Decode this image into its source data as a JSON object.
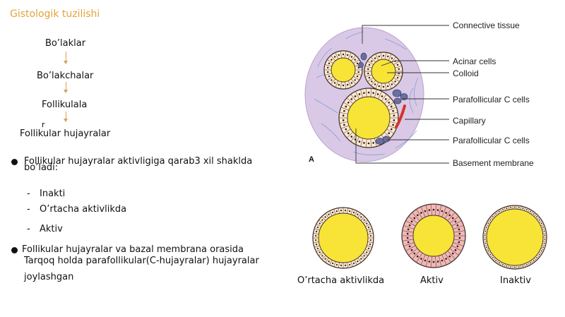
{
  "title": "Gistologik tuzilishi",
  "hierarchy": [
    "Bo’laklar",
    "Bo’lakchalar",
    "Follikulala",
    "Follikular hujayralar"
  ],
  "stray_mark": "r",
  "bullet1": {
    "line1": "Follikular hujayralar aktivligiga qarab3 xil shaklda",
    "line2": "bo’ladi:"
  },
  "types": [
    "Inakti",
    "O’rtacha aktivlikda",
    "Aktiv"
  ],
  "bullet2": {
    "line1": "Follikular hujayralar va bazal membrana orasida",
    "line2": "Tarqoq holda parafollikular(C-hujayralar) hujayralar",
    "line3": "joylashgan"
  },
  "diagram": {
    "labels": [
      "Connective tissue",
      "Acinar cells",
      "Colloid",
      "Parafollicular C cells",
      "Capillary",
      "Parafollicular C cells",
      "Basement membrane"
    ],
    "panel_letter": "A"
  },
  "follicles": {
    "captions": [
      "O’rtacha aktivlikda",
      "Aktiv",
      "Inaktiv"
    ]
  },
  "colors": {
    "title": "#e5a23a",
    "colloid": "#f7e436",
    "stroma": "#d9c9e6",
    "cell_cuboidal": "#fbe9d0",
    "cell_columnar": "#f1b8b6",
    "capillary": "#d4322a",
    "c_cell": "#6a6f9c"
  }
}
